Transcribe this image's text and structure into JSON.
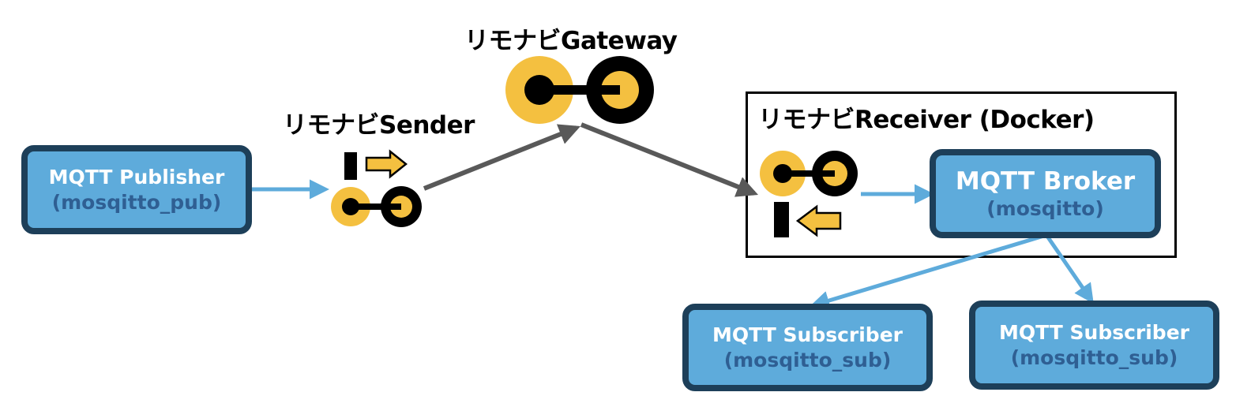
{
  "nodes": {
    "publisher": {
      "title": "MQTT Publisher",
      "subtitle": "(mosqitto_pub)"
    },
    "sender": {
      "label": "リモナビSender"
    },
    "gateway": {
      "label": "リモナビGateway"
    },
    "receiver": {
      "label": "リモナビReceiver (Docker)"
    },
    "broker": {
      "title": "MQTT Broker",
      "subtitle": "(mosqitto)"
    },
    "subscriber1": {
      "title": "MQTT Subscriber",
      "subtitle": "(mosqitto_sub)"
    },
    "subscriber2": {
      "title": "MQTT Subscriber",
      "subtitle": "(mosqitto_sub)"
    }
  },
  "colors": {
    "box_fill": "#5eabdb",
    "box_border": "#1d3f59",
    "box_subtitle": "#2f5f93",
    "light_arrow": "#5eabdb",
    "dark_arrow": "#595959",
    "device_yellow": "#f4c040",
    "device_black": "#000000"
  },
  "icons": {
    "sender": "sender-device-icon",
    "gateway": "gateway-device-icon",
    "receiver": "receiver-device-icon"
  }
}
